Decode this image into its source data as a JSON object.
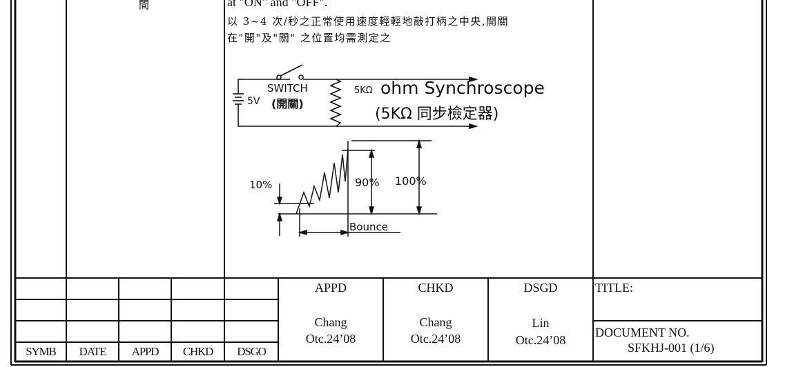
{
  "upper": {
    "left_label": "間",
    "line_en": "at \"ON\" and \"OFF\".",
    "line_zh1": "以 3~4 次/秒之正常使用速度輕輕地敲打柄之中央,開關",
    "line_zh2": "在\"開\"及\"關\" 之位置均需測定之"
  },
  "circuit": {
    "voltage": "5V",
    "switch_label": "SWITCH",
    "switch_label_zh": "(開關)",
    "resistor_label": "5KΩ",
    "scope_label": "ohm Synchroscope",
    "scope_label_zh": "(5KΩ  同步檢定器)"
  },
  "waveform": {
    "label_10": "10%",
    "label_90": "90%",
    "label_100": "100%",
    "label_bounce": "Bounce"
  },
  "revision_table": {
    "headers": [
      "SYMB",
      "DATE",
      "APPD",
      "CHKD",
      "DSGO"
    ]
  },
  "approvals": [
    {
      "role": "APPD",
      "name": "Chang",
      "date": "Otc.24’08"
    },
    {
      "role": "CHKD",
      "name": "Chang",
      "date": "Otc.24’08"
    },
    {
      "role": "DSGD",
      "name": "Lin",
      "date": "Otc.24’08"
    }
  ],
  "title_block": {
    "title_label": "TITLE:",
    "doc_no_label": "DOCUMENT NO.",
    "doc_no": "SFKHJ-001 (1/6)"
  }
}
